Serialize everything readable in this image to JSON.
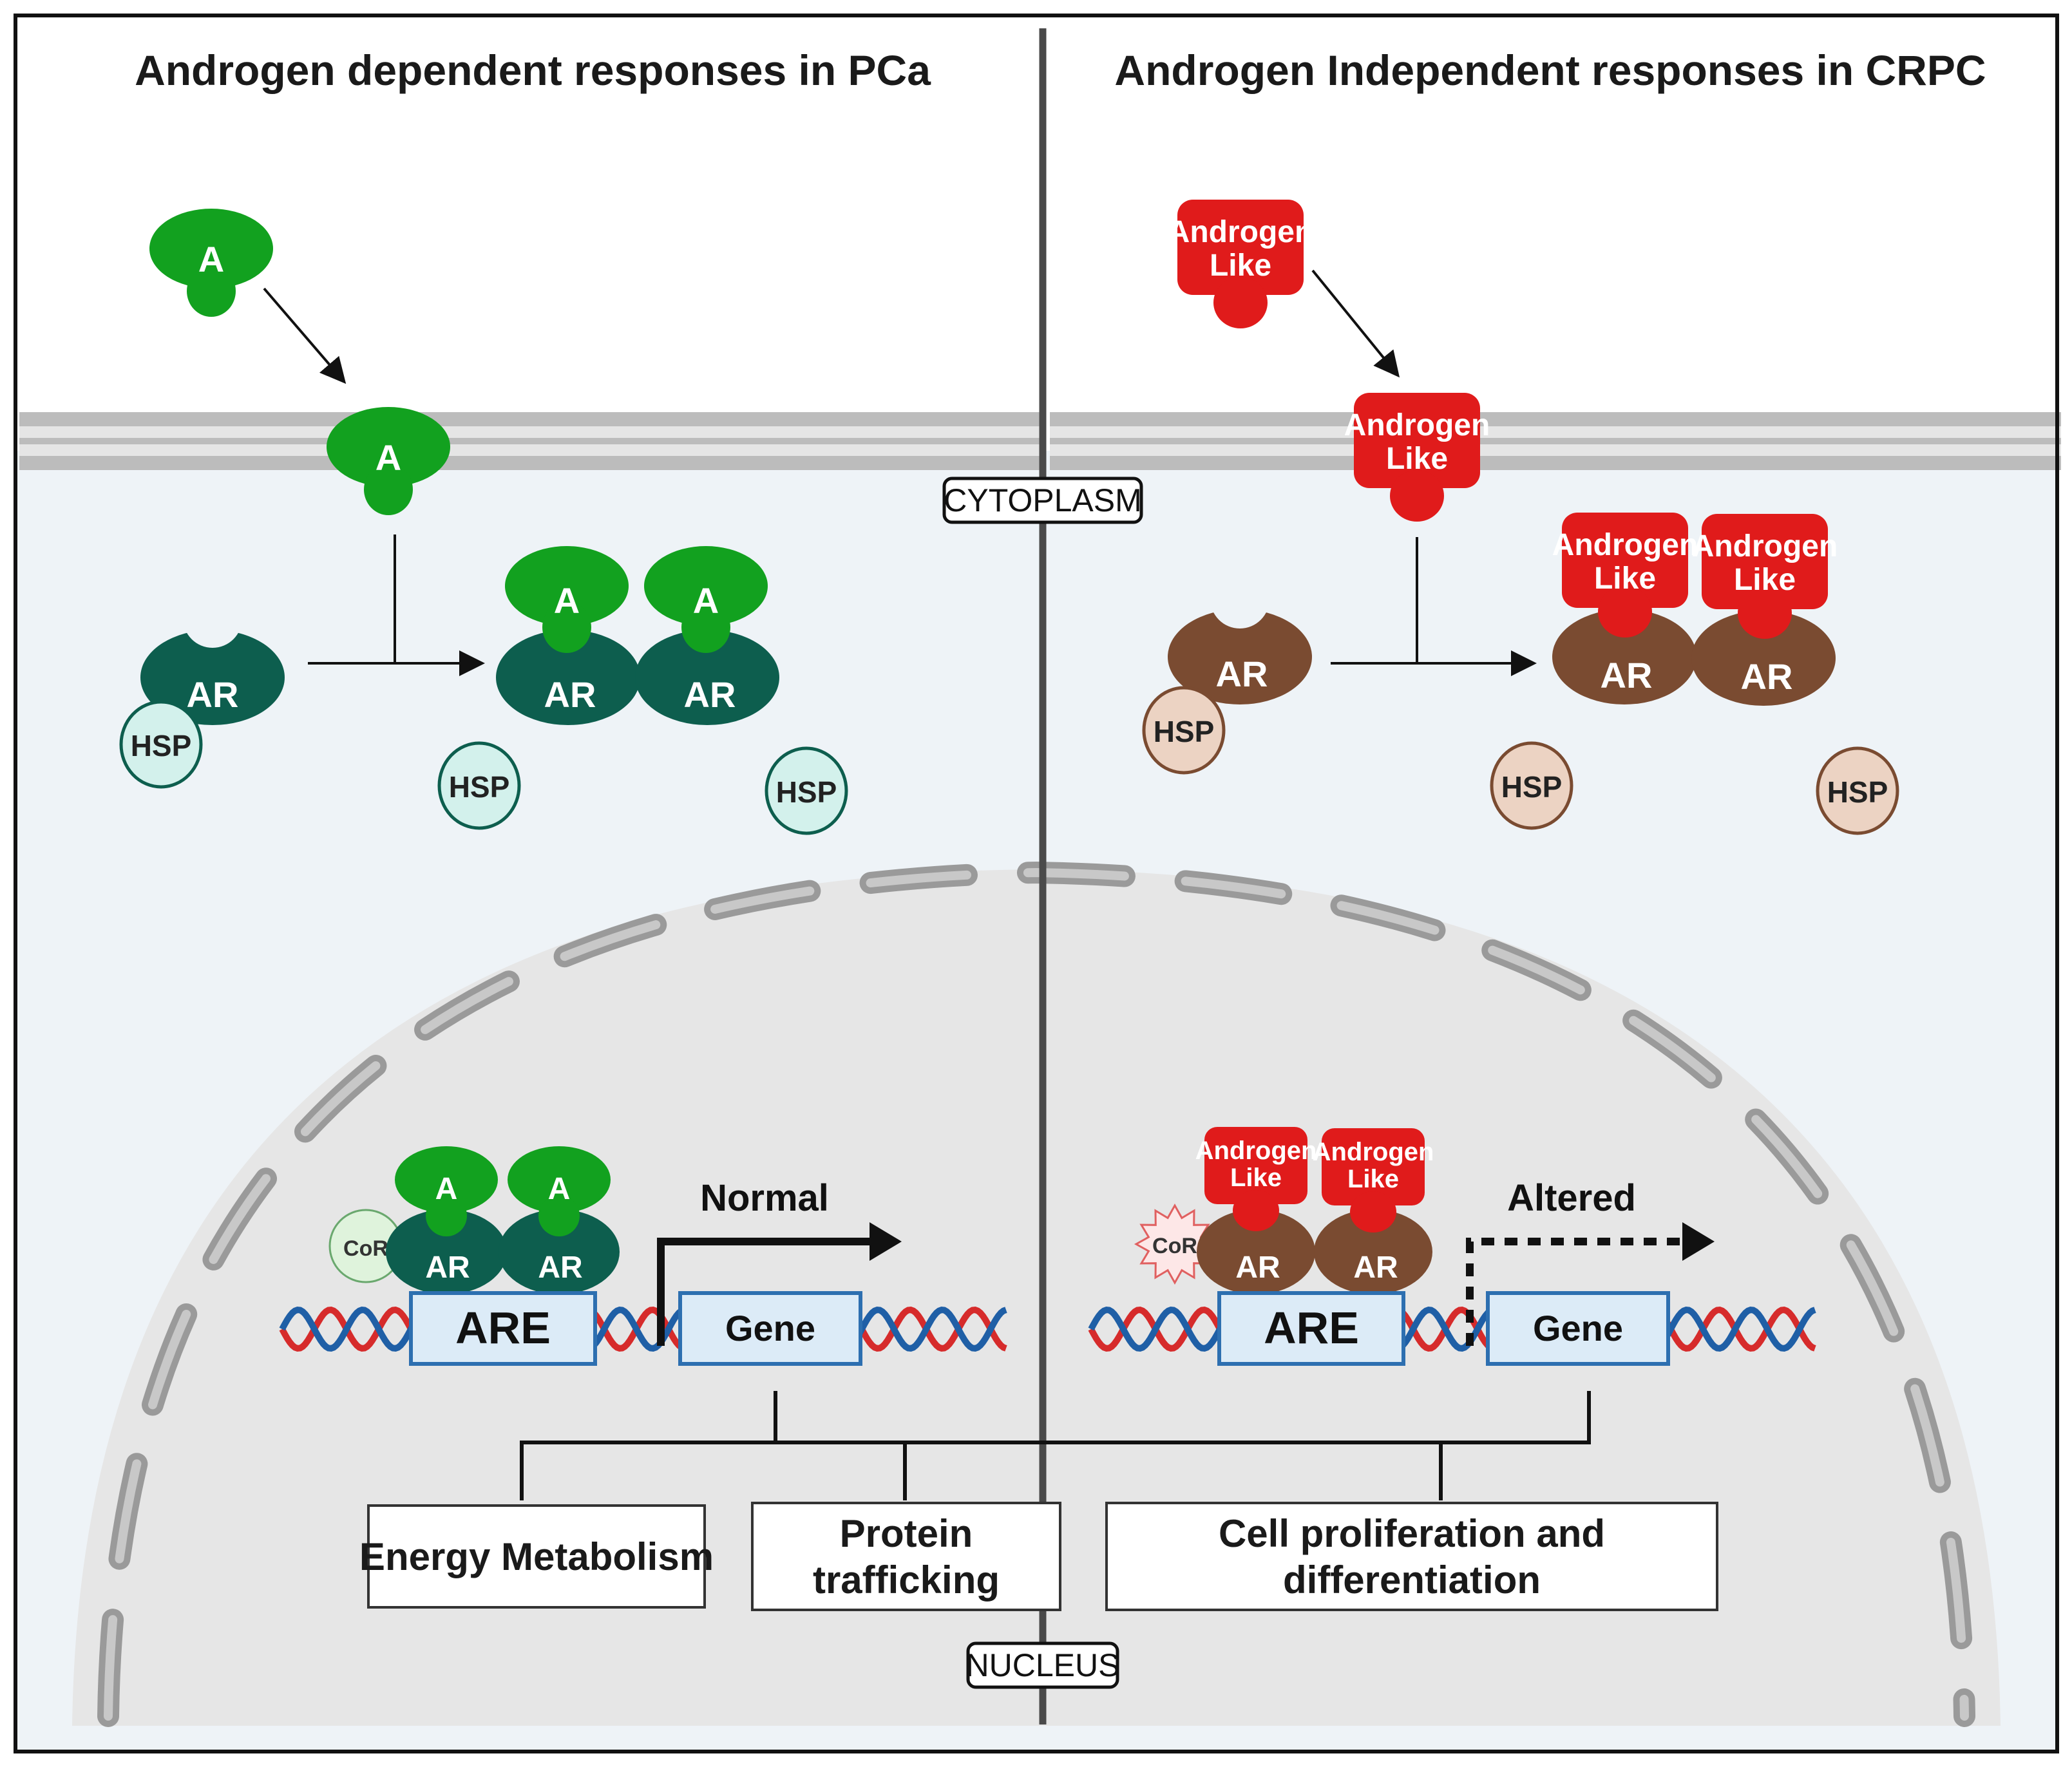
{
  "titles": {
    "left": "Androgen dependent responses in PCa",
    "right": "Androgen Independent responses in CRPC"
  },
  "compartments": {
    "cytoplasm": "CYTOPLASM",
    "nucleus": "NUCLEUS"
  },
  "molecules": {
    "androgen": "A",
    "androgen_like_line1": "Androgen",
    "androgen_like_line2": "Like",
    "receptor": "AR",
    "heat_shock_protein": "HSP",
    "corepressor": "CoR"
  },
  "dna": {
    "element": "ARE",
    "gene": "Gene"
  },
  "transcription": {
    "left": "Normal",
    "right": "Altered"
  },
  "outcomes": {
    "energy": "Energy Metabolism",
    "protein_line1": "Protein",
    "protein_line2": "trafficking",
    "cell_line1": "Cell proliferation and",
    "cell_line2": "differentiation"
  },
  "colors": {
    "androgen_green": "#12a11f",
    "ar_dark_teal": "#0d5e4e",
    "hsp_light": "#d3f1ec",
    "androgen_like_red": "#e01b1b",
    "ar_brown": "#7a4b31",
    "hsp_beige": "#ecd3c3",
    "cytoplasm_bg": "#eef3f7",
    "nucleus_bg": "#e6e6e6",
    "gene_box": "#dcebf7",
    "dna_red": "#d62b2b",
    "dna_blue": "#1f5fa6"
  }
}
